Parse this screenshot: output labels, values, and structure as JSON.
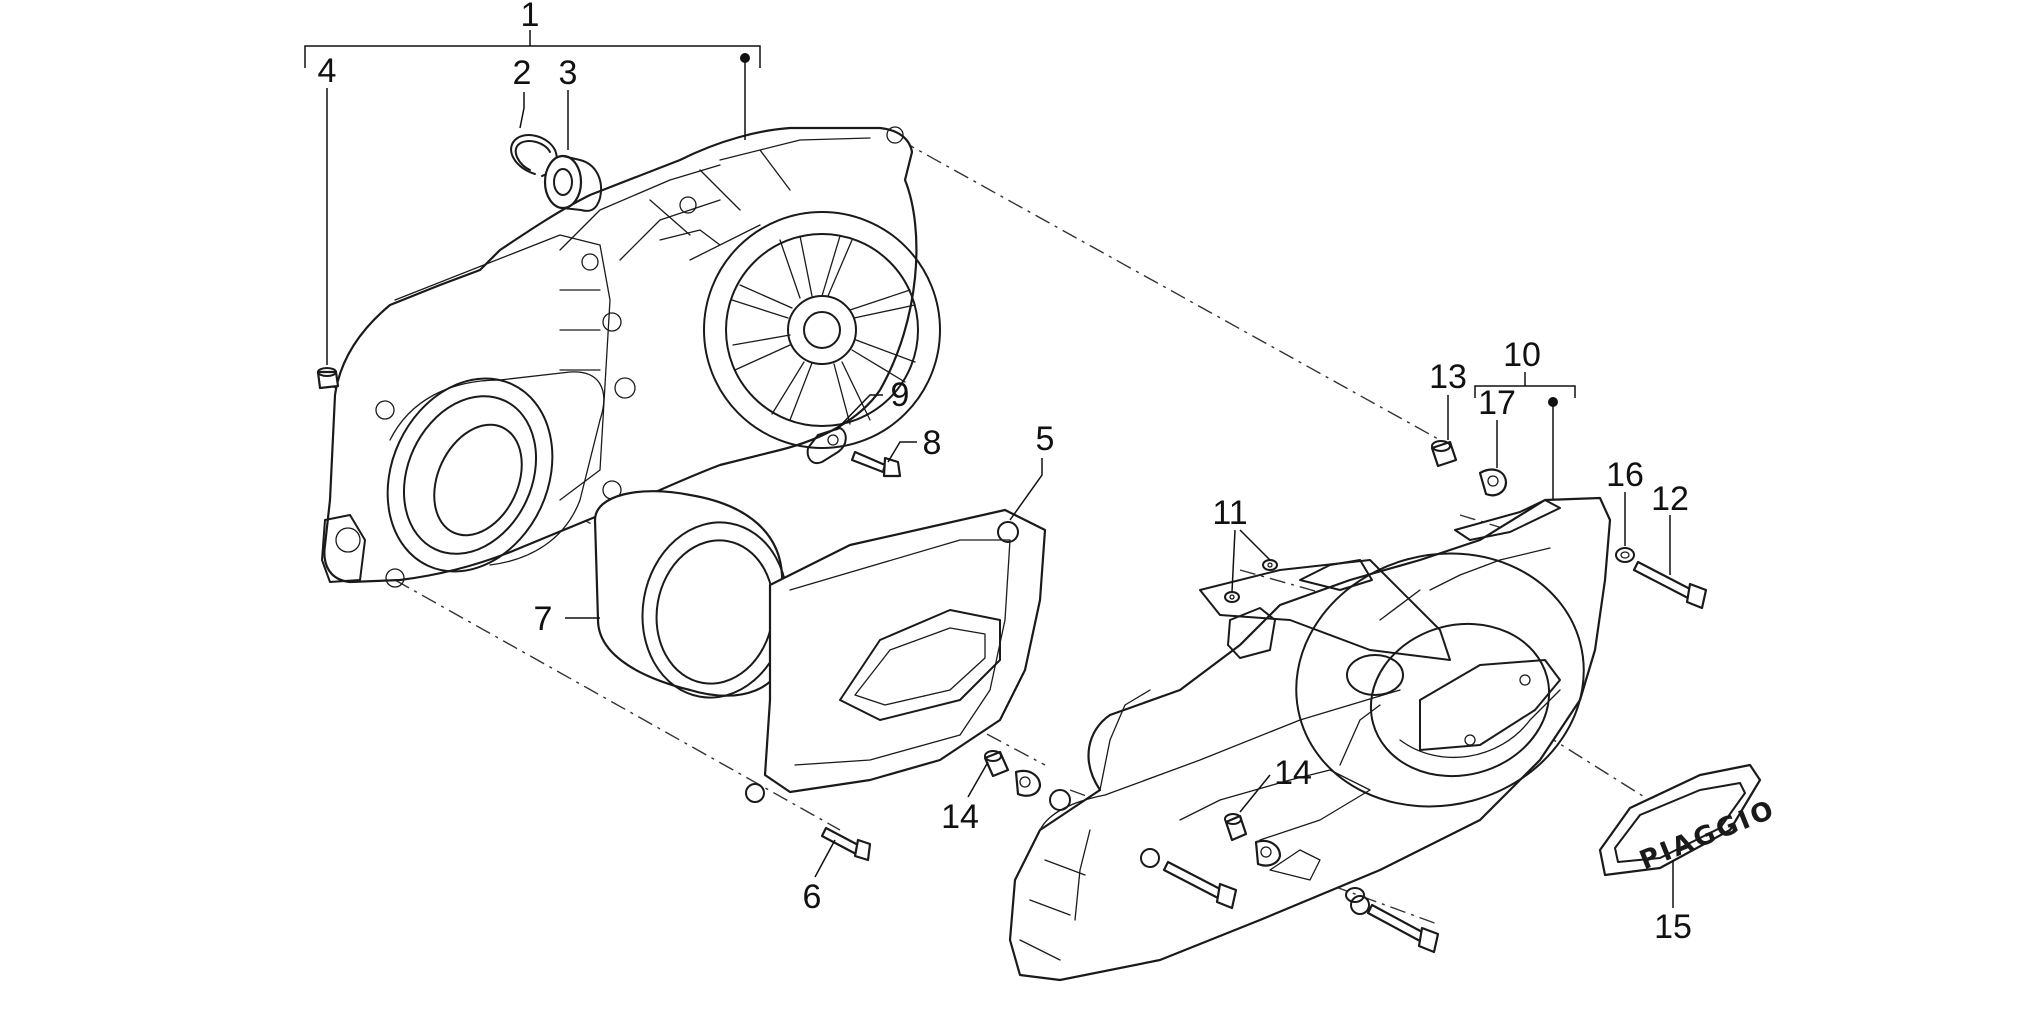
{
  "callouts": {
    "c1": "1",
    "c2": "2",
    "c3": "3",
    "c4": "4",
    "c5": "5",
    "c6": "6",
    "c7": "7",
    "c8": "8",
    "c9": "9",
    "c10": "10",
    "c11": "11",
    "c12": "12",
    "c13": "13",
    "c14a": "14",
    "c14b": "14",
    "c15": "15",
    "c16": "16",
    "c17": "17"
  },
  "logo_text": "PIAGGIO",
  "colors": {
    "line": "#1a1a1a",
    "background": "#ffffff"
  }
}
